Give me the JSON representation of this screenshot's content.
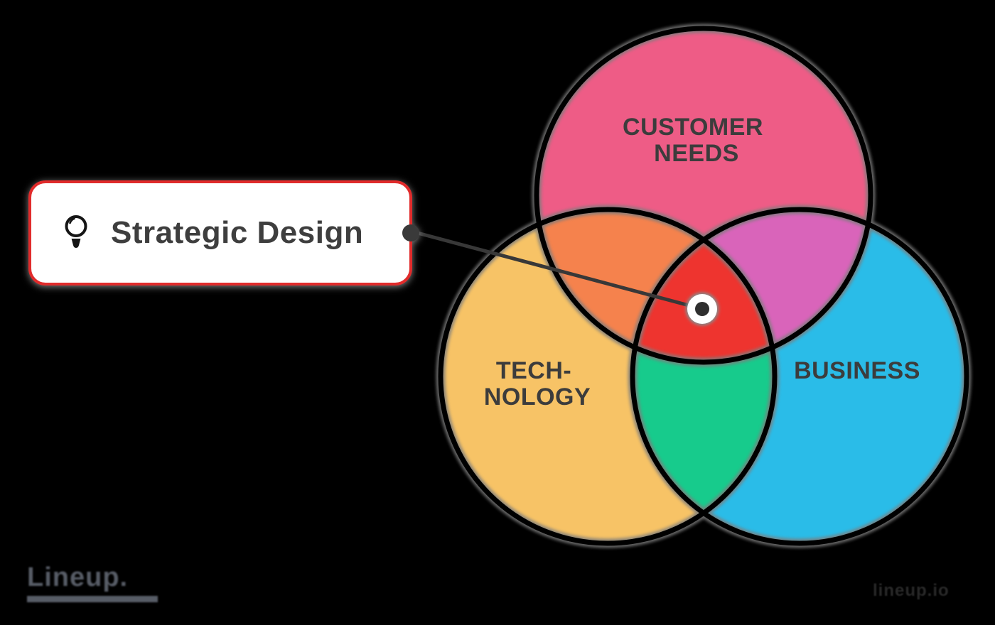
{
  "canvas": {
    "background": "#000000"
  },
  "callout": {
    "label": "Strategic Design",
    "icon": "lightbulb",
    "border_color": "#e12b2b",
    "background": "#ffffff",
    "text_color": "#3e3e3e"
  },
  "connector": {
    "color": "#383838",
    "points_to": "center-overlap"
  },
  "venn": {
    "type": "venn-3",
    "label_color": "#3c3c3c",
    "sets": [
      {
        "name": "Customer Needs",
        "label_line1": "CUSTOMER",
        "label_line2": "NEEDS",
        "color": "#ee5c86"
      },
      {
        "name": "Technology",
        "label_line1": "TECH-",
        "label_line2": "NOLOGY",
        "color": "#f7c366"
      },
      {
        "name": "Business",
        "label_line1": "BUSINESS",
        "color": "#2abce8"
      }
    ],
    "overlaps": {
      "customer_technology": {
        "color": "#f5824d"
      },
      "customer_business": {
        "color": "#d964ba"
      },
      "technology_business": {
        "color": "#17cb8c"
      },
      "center": {
        "color": "#ee342f",
        "callout": "Strategic Design"
      }
    }
  },
  "footer": {
    "logo_text": "Lineup.",
    "watermark_text": "lineup.io"
  }
}
